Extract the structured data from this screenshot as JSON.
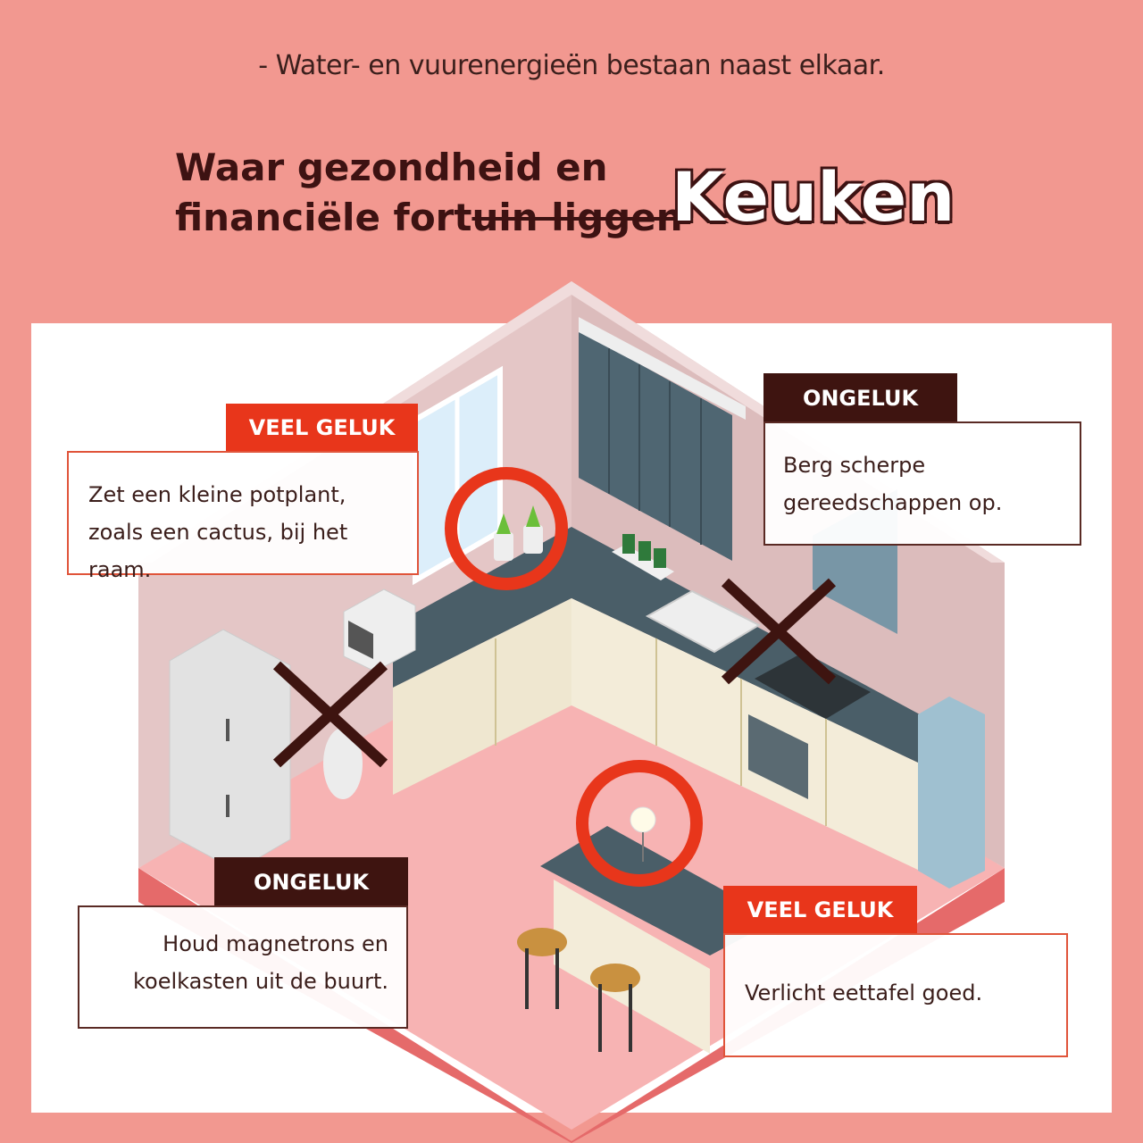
{
  "subtitle": "- Water- en vuurenergieën bestaan naast elkaar.",
  "title": {
    "line1": "Waar gezondheid en",
    "line2_plain": "financiële fort",
    "line2_strike": "uin liggen",
    "big": "Keuken"
  },
  "cards": {
    "top_left": {
      "tag": "VEEL GELUK",
      "text": "Zet een kleine potplant, zoals een cactus, bij het raam."
    },
    "top_right": {
      "tag": "ONGELUK",
      "text": "Berg scherpe gereedschappen op."
    },
    "bottom_left": {
      "tag": "ONGELUK",
      "text": "Houd magnetrons en koelkasten uit de buurt."
    },
    "bottom_right": {
      "tag": "VEEL GELUK",
      "text": "Verlicht eettafel goed."
    }
  },
  "colors": {
    "background": "#f29890",
    "good": "#e8361b",
    "bad": "#3e1410",
    "circle_mark": "#e8361b",
    "cross_mark": "#3e1410"
  },
  "icons": [
    "circle-mark",
    "cross-mark"
  ]
}
